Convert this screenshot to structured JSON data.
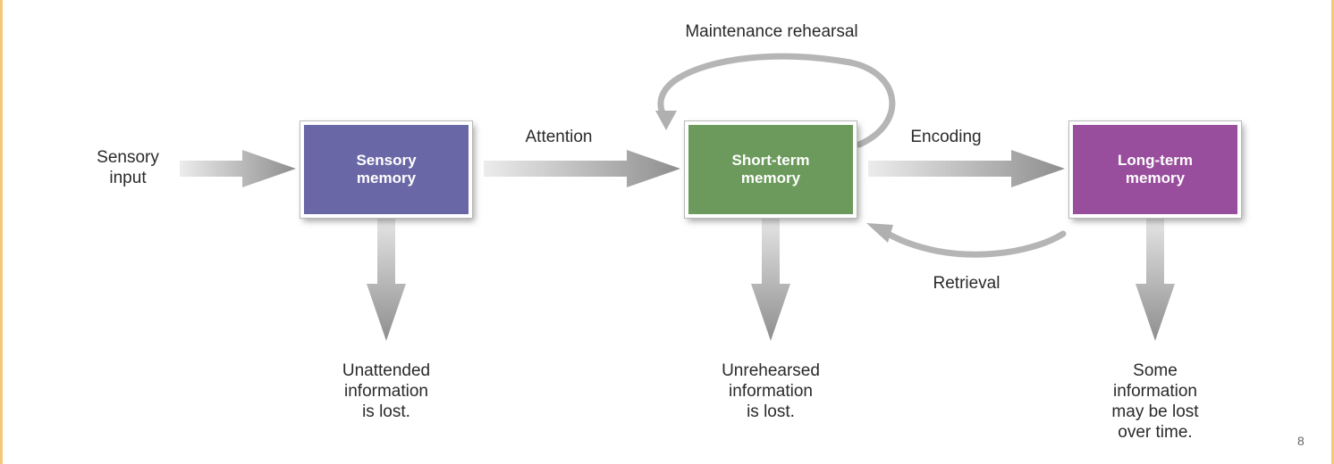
{
  "diagram": {
    "stores": {
      "sensory": {
        "label": "Sensory\nmemory",
        "color": "#6a67a6"
      },
      "short_term": {
        "label": "Short-term\nmemory",
        "color": "#6c9a5c"
      },
      "long_term": {
        "label": "Long-term\nmemory",
        "color": "#984e9c"
      }
    },
    "processes": {
      "sensory_input": "Sensory\ninput",
      "attention": "Attention",
      "encoding": "Encoding",
      "retrieval": "Retrieval",
      "maintenance": "Maintenance rehearsal"
    },
    "losses": {
      "sensory": "Unattended\ninformation\nis lost.",
      "short_term": "Unrehearsed\ninformation\nis lost.",
      "long_term": "Some\ninformation\nmay be lost\nover time."
    },
    "arrow_color": "#9c9c9c"
  },
  "slide": {
    "page_number": "8"
  }
}
